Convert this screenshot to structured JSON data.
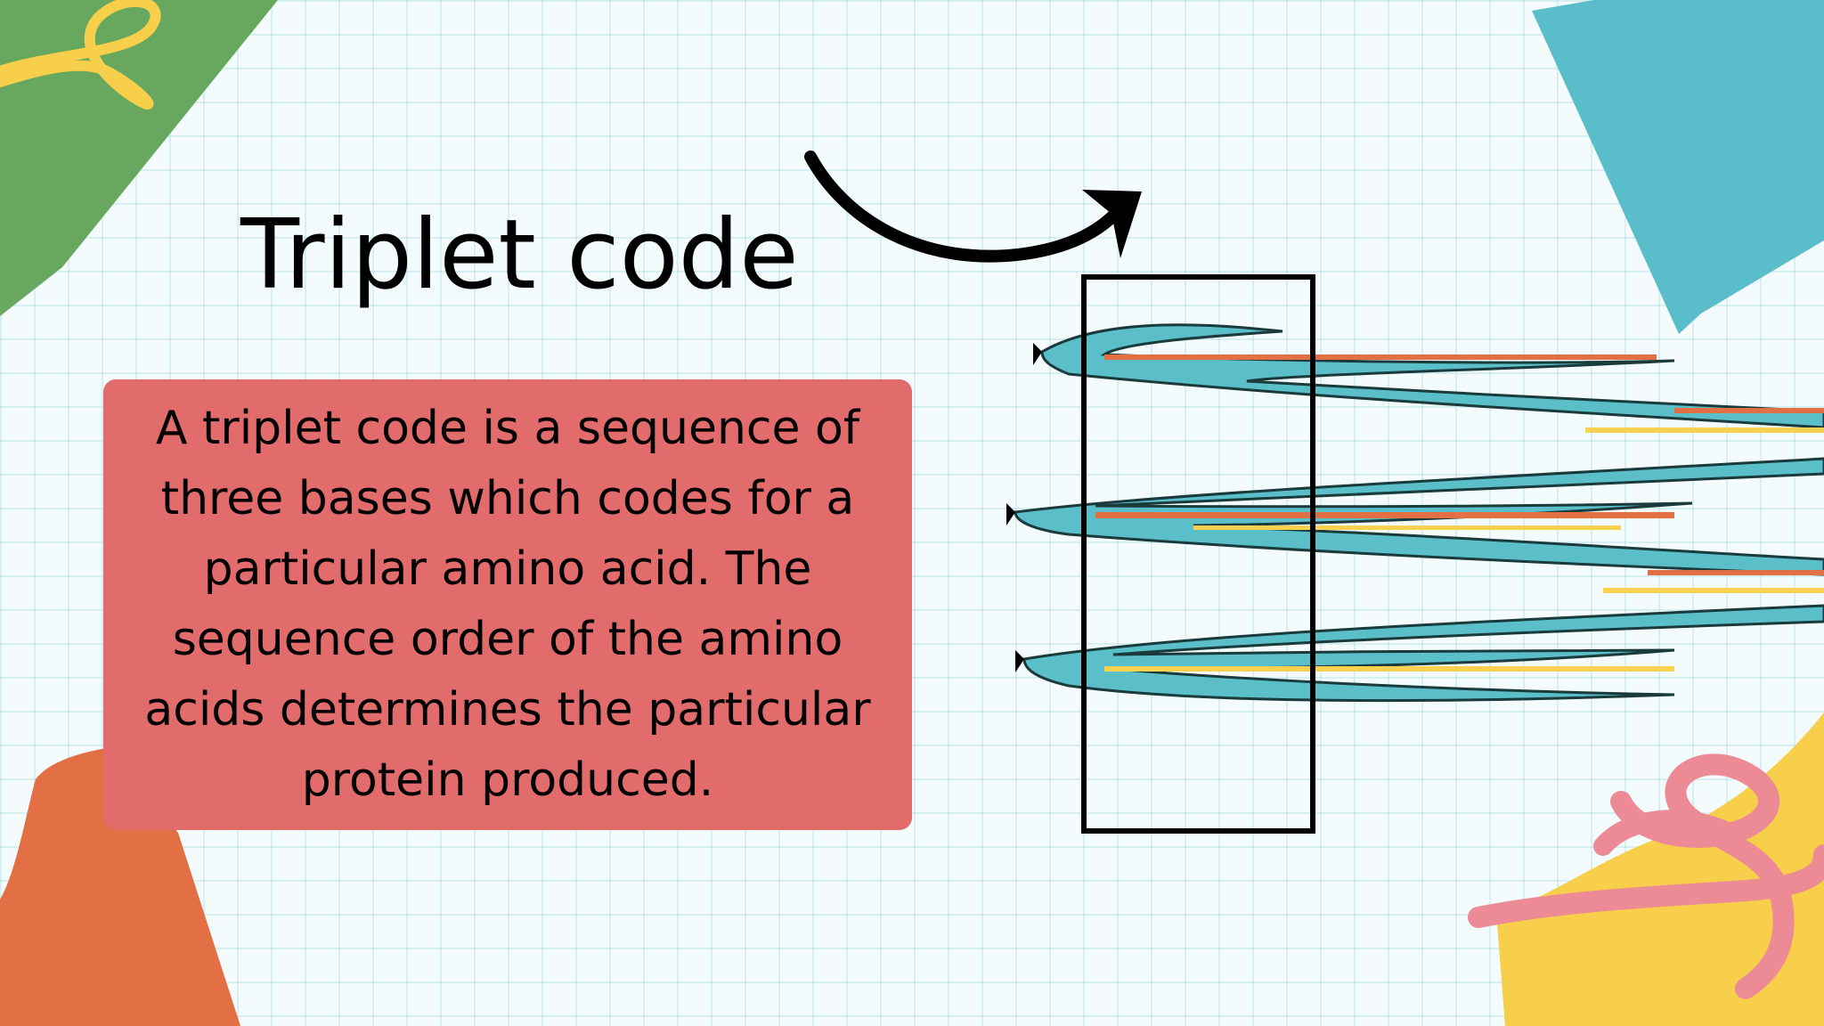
{
  "slide": {
    "title": "Triplet code",
    "body": "A triplet code is a sequence of three bases which codes for a particular amino acid.  The sequence order of the amino acids determines the particular protein produced."
  },
  "colors": {
    "background": "#f4fbfc",
    "grid": "#a0d7e1",
    "green": "#67a85e",
    "teal": "#59bec9",
    "orange": "#e36f44",
    "yellow": "#f7cf4a",
    "pink": "#ec8a95",
    "text_box": "#e26b6c",
    "strand": "#5bbfca",
    "base_red": "#e36f44",
    "base_yellow": "#f7d14f"
  },
  "icons": {
    "arrow": "curved-arrow-icon",
    "swirls": "swirl-decoration"
  }
}
